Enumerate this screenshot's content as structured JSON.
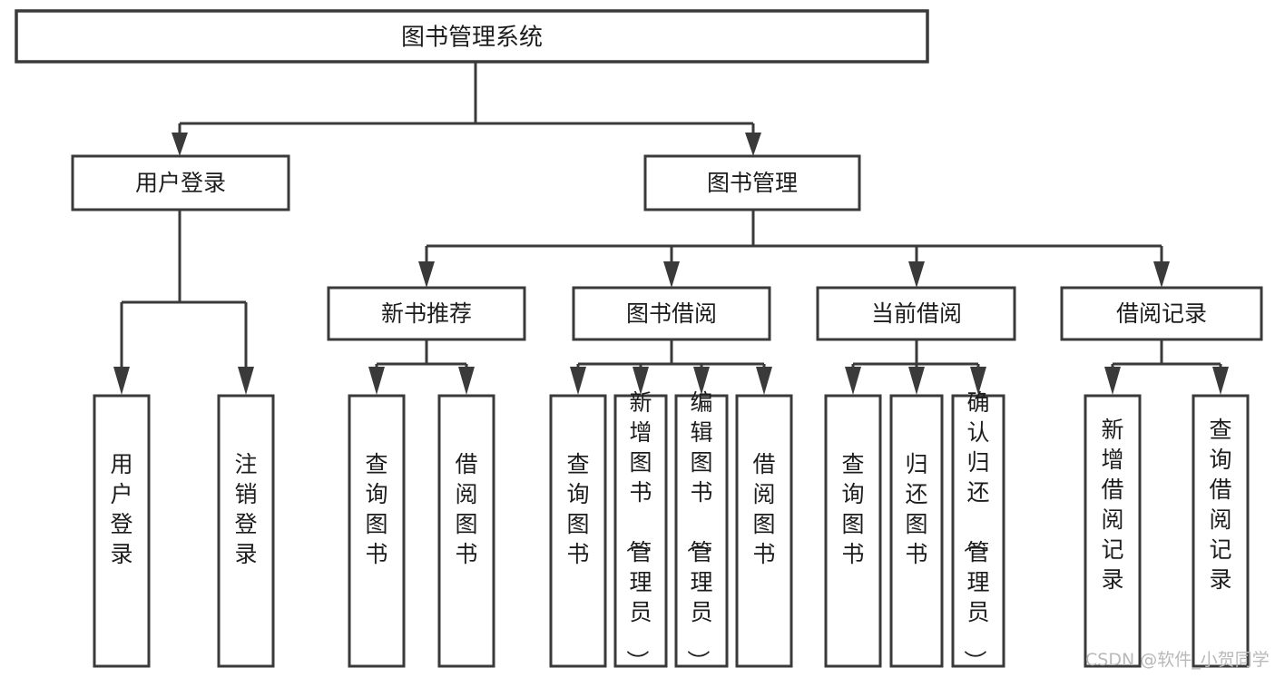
{
  "diagram": {
    "title": "图书管理系统",
    "type": "tree-hierarchy-chart",
    "orientation": "top-down",
    "colors": {
      "box_stroke": "#3a3a3a",
      "box_fill": "#ffffff",
      "text": "#1d1d1d",
      "connector": "#3a3a3a",
      "watermark": "#b9b9b9",
      "background": "#ffffff"
    },
    "root": {
      "label": "图书管理系统"
    },
    "level2": [
      {
        "label": "用户登录"
      },
      {
        "label": "图书管理"
      }
    ],
    "level3": [
      {
        "label": "新书推荐"
      },
      {
        "label": "图书借阅"
      },
      {
        "label": "当前借阅"
      },
      {
        "label": "借阅记录"
      }
    ],
    "leaves": {
      "user_login": [
        {
          "label": "用户登录"
        },
        {
          "label": "注销登录"
        }
      ],
      "new_book_recommend": [
        {
          "label": "查询图书"
        },
        {
          "label": "借阅图书"
        }
      ],
      "book_borrow": [
        {
          "label": "查询图书"
        },
        {
          "label": "新增图书（管理员）"
        },
        {
          "label": "编辑图书（管理员）"
        },
        {
          "label": "借阅图书"
        }
      ],
      "current_borrow": [
        {
          "label": "查询图书"
        },
        {
          "label": "归还图书"
        },
        {
          "label": "确认归还（管理员）"
        }
      ],
      "borrow_record": [
        {
          "label": "新增借阅记录"
        },
        {
          "label": "查询借阅记录"
        }
      ]
    },
    "watermark": "CSDN @软件_小贺同学"
  }
}
